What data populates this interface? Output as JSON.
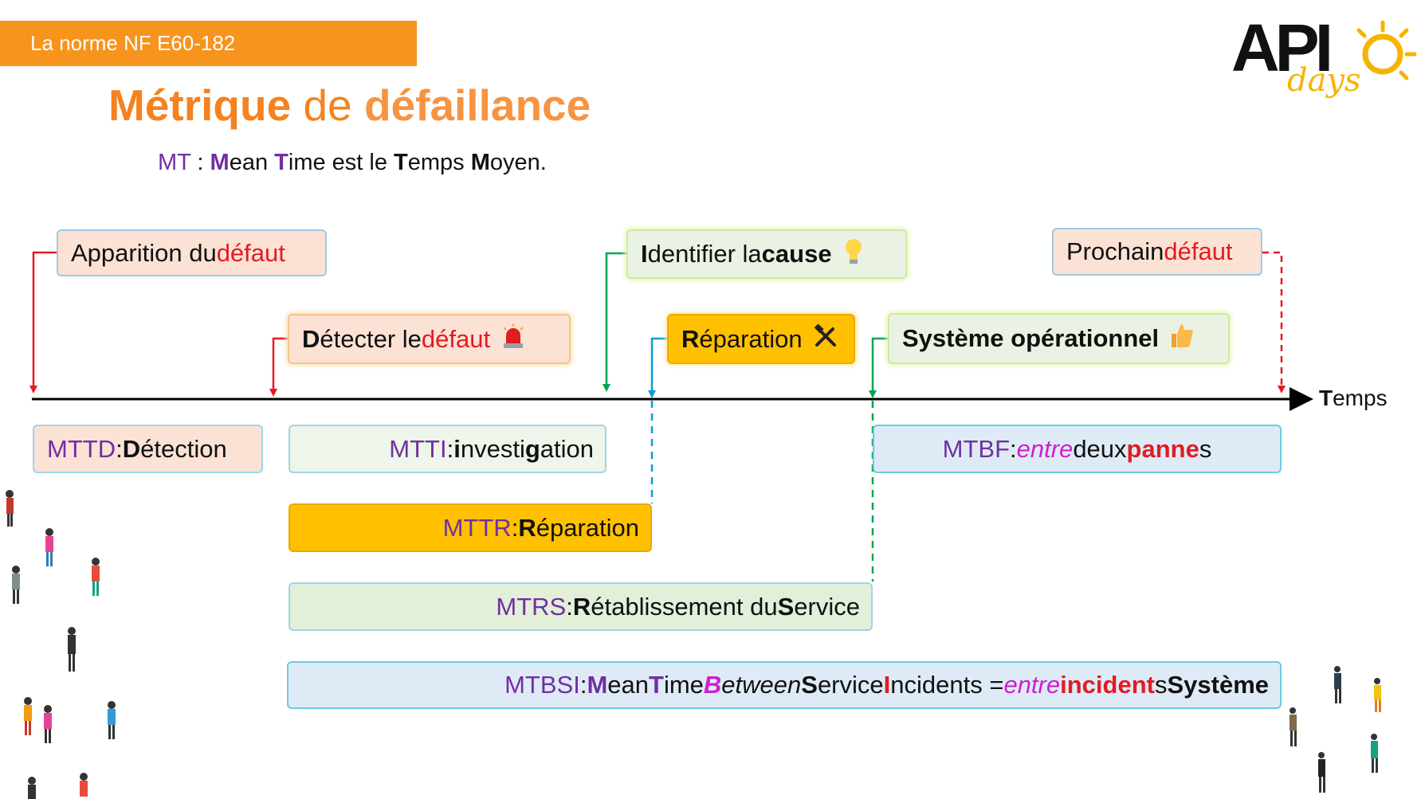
{
  "header": {
    "tag": "La norme NF E60-182",
    "title_a": "Métrique",
    "title_b": " de ",
    "title_c": "défaillance",
    "subtitle": {
      "p1": "MT",
      "p2": " : ",
      "p3": "M",
      "p4": "ean ",
      "p5": "T",
      "p6": "ime est le ",
      "p7": "T",
      "p8": "emps ",
      "p9": "M",
      "p10": "oyen."
    }
  },
  "logo": {
    "text": "API",
    "sub": "days"
  },
  "events": {
    "apparition": {
      "a": "Apparition du ",
      "b": "défaut"
    },
    "detecter": {
      "a": "D",
      "b": "étecter le ",
      "c": "défaut",
      "icon": "siren-icon"
    },
    "identifier": {
      "a": "I",
      "b": "dentifier la ",
      "c": "cause",
      "icon": "lightbulb-icon"
    },
    "reparation": {
      "a": "R",
      "b": "éparation",
      "icon": "tools-icon"
    },
    "systeme": {
      "a": "Système opérationnel",
      "icon": "thumbs-up-icon"
    },
    "prochain": {
      "a": "Prochain ",
      "b": "défaut"
    }
  },
  "axis_label": {
    "a": "T",
    "b": "emps"
  },
  "metrics": {
    "mttd": {
      "a": "MTTD",
      "b": " : ",
      "c": "D",
      "d": "étection"
    },
    "mtti": {
      "a": "MTTI",
      "b": " : ",
      "c": "i",
      "d": "nvesti",
      "e": "g",
      "f": "ation"
    },
    "mtbf": {
      "a": "MTBF",
      "b": " : ",
      "c": "entre",
      "d": " deux ",
      "e": "panne",
      "f": "s"
    },
    "mttr": {
      "a": "MTTR",
      "b": " : ",
      "c": "R",
      "d": "éparation"
    },
    "mtrs": {
      "a": "MTRS",
      "b": " : ",
      "c": "R",
      "d": "établissement du ",
      "e": "S",
      "f": "ervice"
    },
    "mtbsi": {
      "a": "MTBSI",
      "b": " : ",
      "c": "M",
      "d": "ean ",
      "e": "T",
      "f": "ime ",
      "g": "B",
      "h": "etween",
      "i": " ",
      "j": "S",
      "k": "ervice ",
      "l": "I",
      "m": "ncidents = ",
      "n": "entre",
      "o": " ",
      "p": "incident",
      "q": "s ",
      "r": "Système"
    }
  },
  "colors": {
    "orange": "#f7941d",
    "red": "#e31b23",
    "green": "#00a651",
    "blue": "#00a0d8",
    "purple": "#7030a0",
    "yellow": "#ffc000"
  }
}
